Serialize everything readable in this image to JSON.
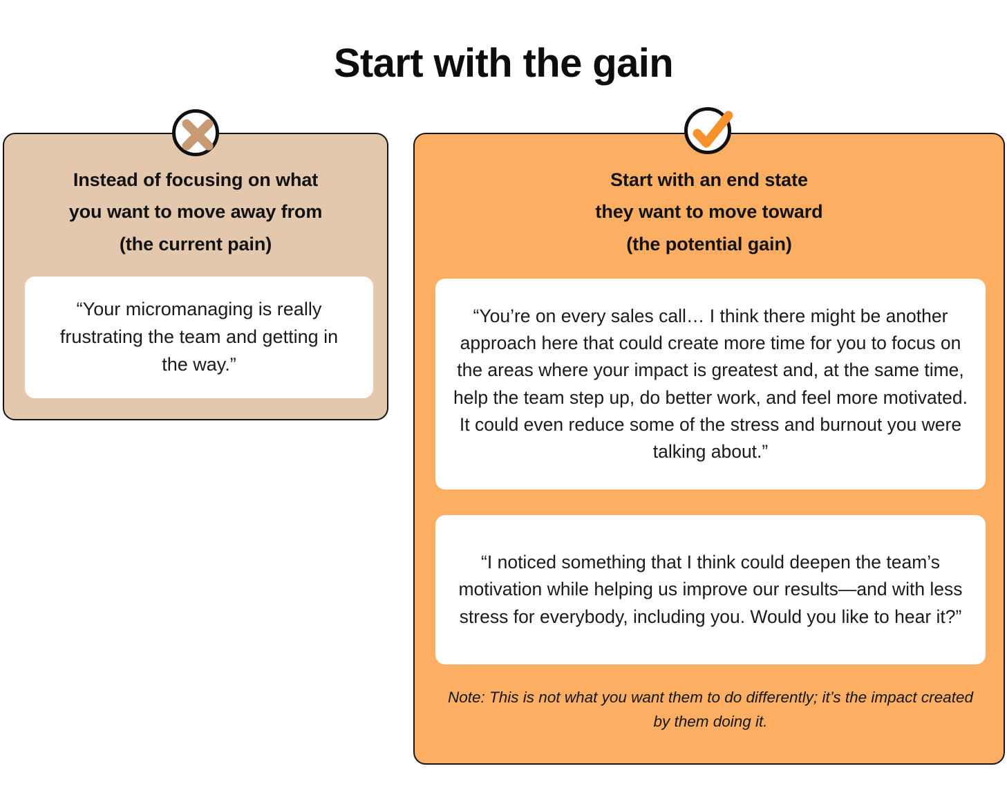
{
  "page": {
    "title": "Start with the gain",
    "background": "#ffffff"
  },
  "colors": {
    "pain_card_bg": "#e3c8ae",
    "gain_card_bg": "#fcaf63",
    "x_icon": "#c79a74",
    "check_icon": "#f6922e",
    "border": "#131313",
    "text": "#111111",
    "quote_box_bg": "#ffffff"
  },
  "pain_card": {
    "icon": "x-mark-icon",
    "heading_lines": [
      "Instead of focusing on what",
      "you want to move away from",
      "(the current pain)"
    ],
    "quote": "“Your micromanaging is really frustrating the team and getting in the way.”"
  },
  "gain_card": {
    "icon": "check-mark-icon",
    "heading_lines": [
      "Start with an end state",
      "they want to move toward",
      "(the potential gain)"
    ],
    "quotes": [
      "“You’re on every sales call… I think there might be another approach here that could create more time for you to focus on the areas where your impact is greatest and, at the same time, help the team step up, do better work, and feel more motivated. It could even reduce some of the stress and burnout you were talking about.”",
      "“I noticed something that I think could deepen the team’s motivation while helping us improve our results—and with less stress for everybody, including you. Would you like to hear it?”"
    ],
    "note": "Note: This is not what you want them to do differently; it’s the impact created by them doing it."
  }
}
